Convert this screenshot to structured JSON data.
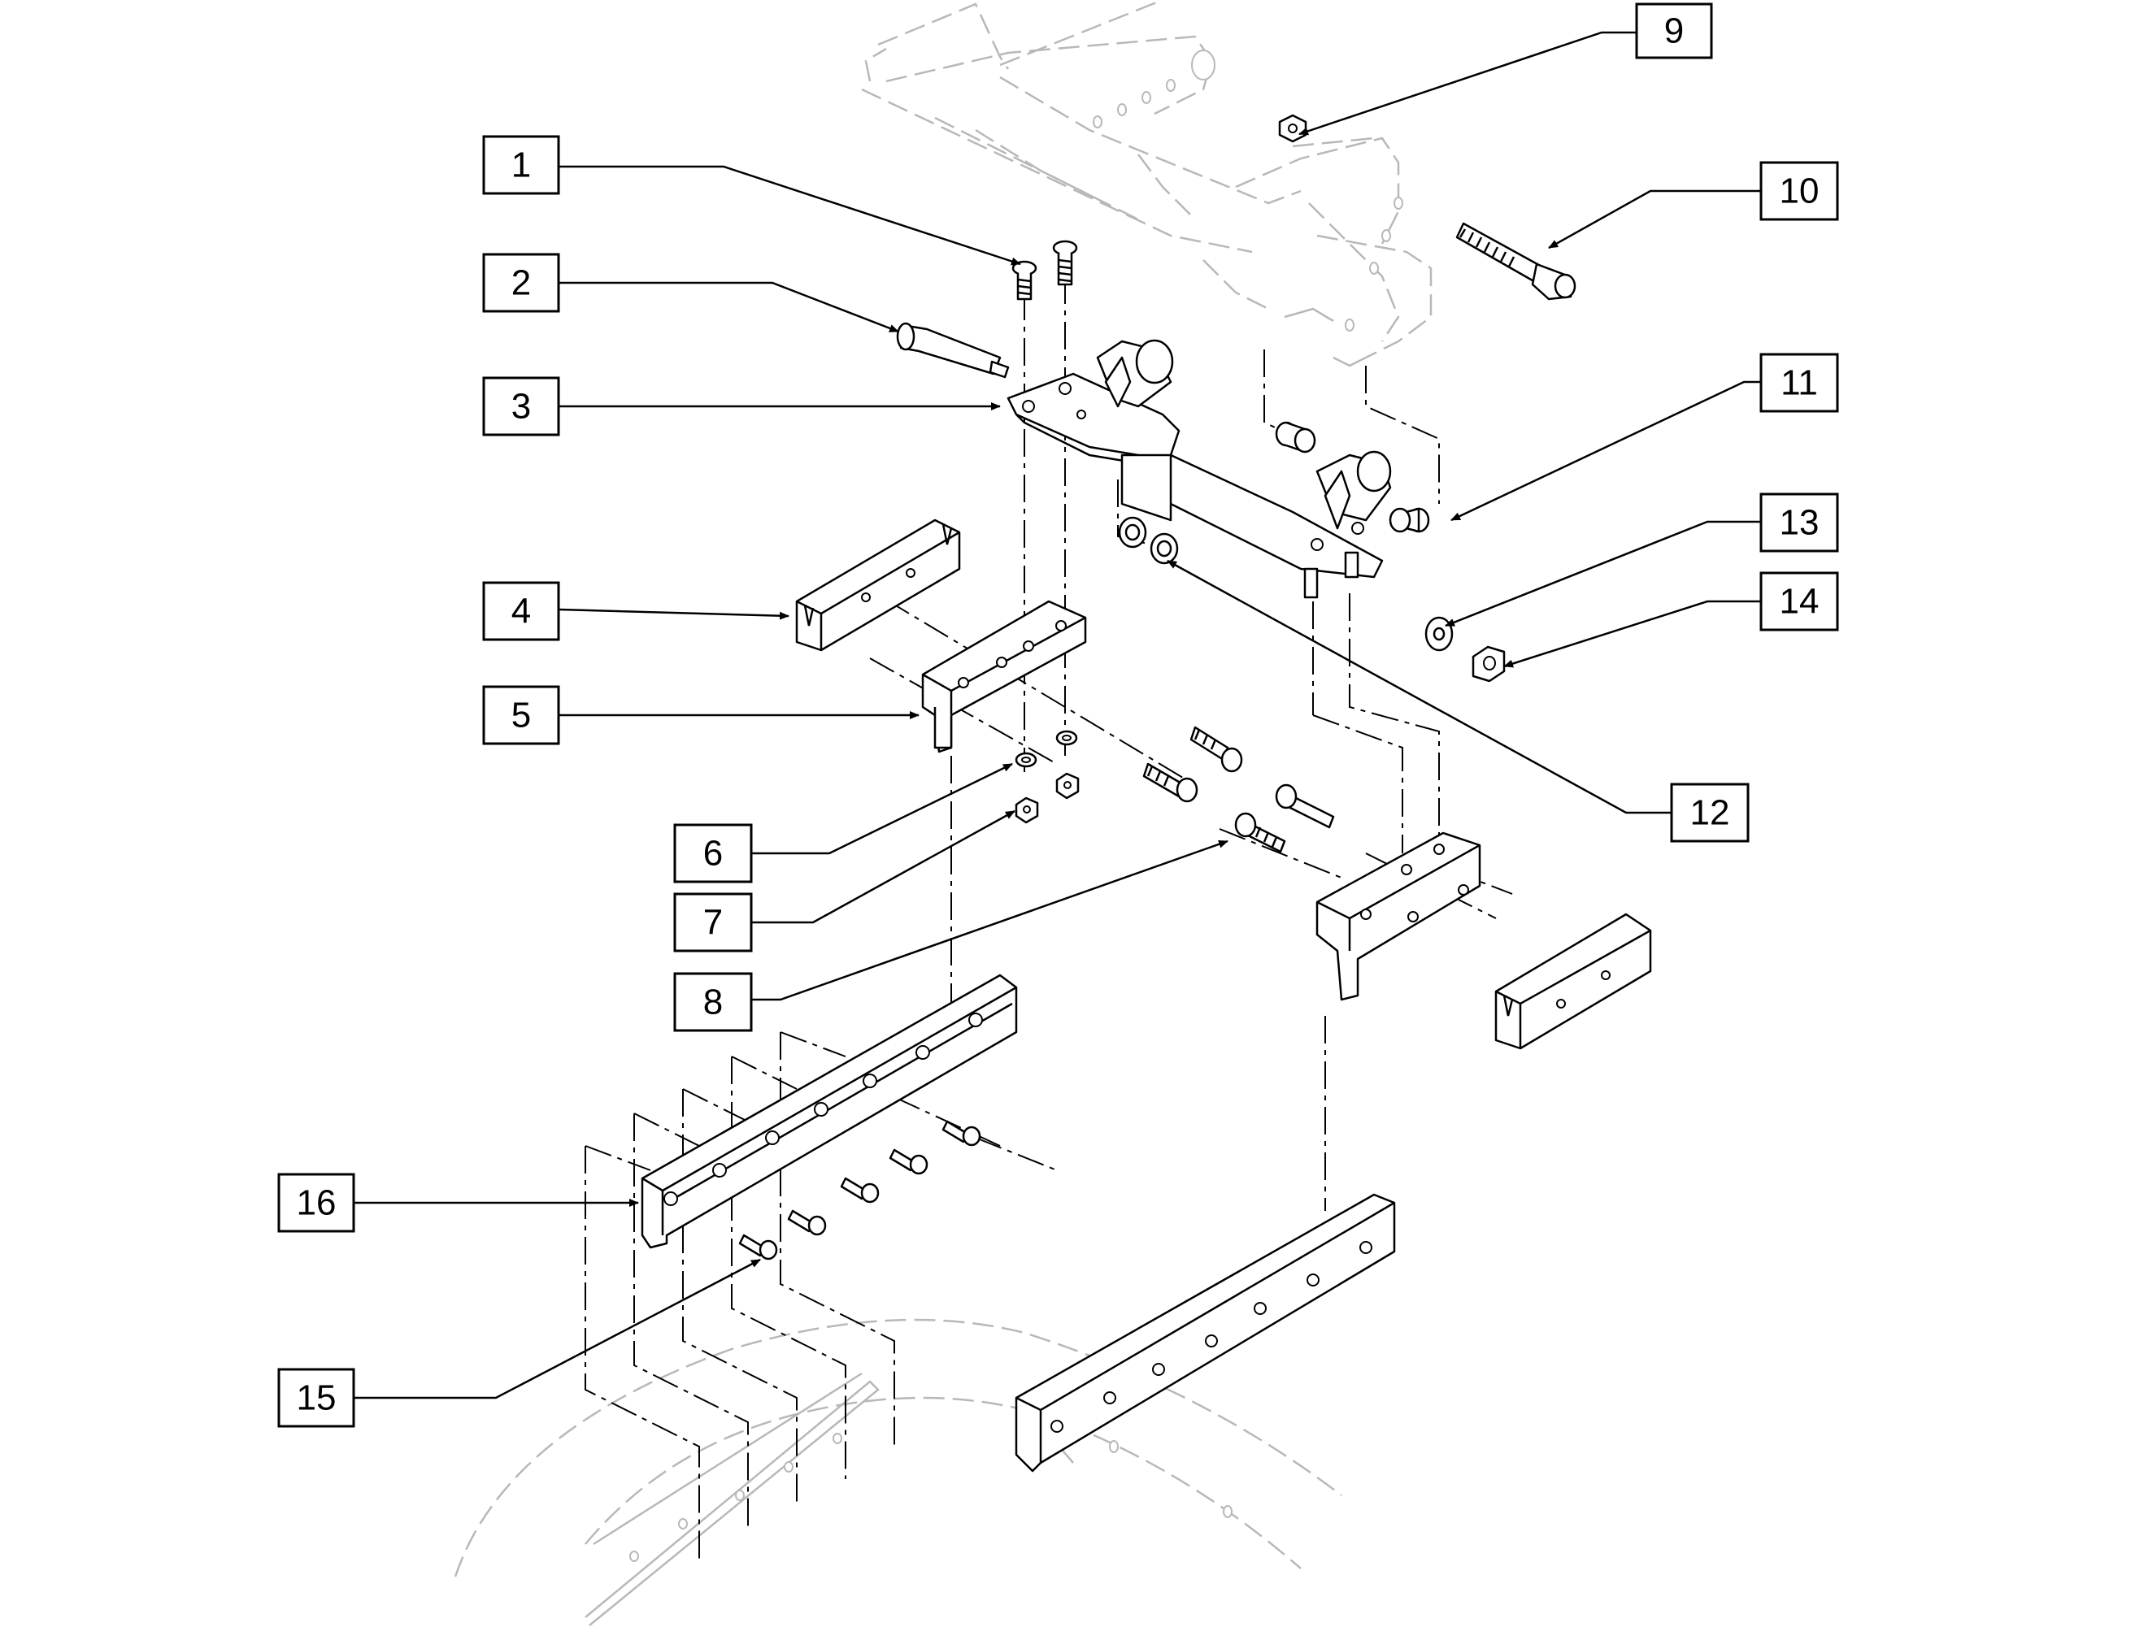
{
  "diagram": {
    "type": "exploded-parts-diagram",
    "callouts": [
      {
        "number": "1"
      },
      {
        "number": "2"
      },
      {
        "number": "3"
      },
      {
        "number": "4"
      },
      {
        "number": "5"
      },
      {
        "number": "6"
      },
      {
        "number": "7"
      },
      {
        "number": "8"
      },
      {
        "number": "9"
      },
      {
        "number": "10"
      },
      {
        "number": "11"
      },
      {
        "number": "12"
      },
      {
        "number": "13"
      },
      {
        "number": "14"
      },
      {
        "number": "15"
      },
      {
        "number": "16"
      }
    ]
  }
}
